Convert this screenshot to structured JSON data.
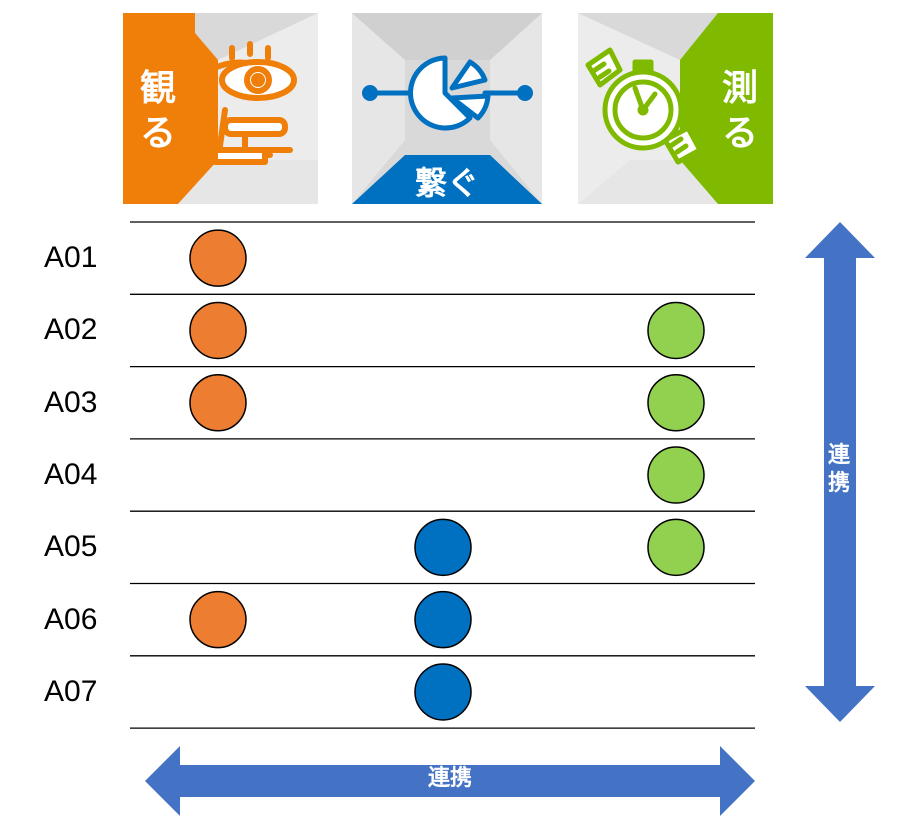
{
  "categories": {
    "miru": {
      "label_top": "観",
      "label_bottom": "る",
      "color": "#F07F09"
    },
    "tsunagu": {
      "label": "繋ぐ",
      "color": "#0070C0"
    },
    "hakaru": {
      "label_top": "測",
      "label_bottom": "る",
      "color": "#7FBA00"
    }
  },
  "panel_bg": "#D9D9D9",
  "dot_colors": {
    "miru": "#ED7D31",
    "tsunagu": "#0070C0",
    "hakaru": "#92D050"
  },
  "arrow_color": "#4472C4",
  "rows": [
    {
      "label": "A01",
      "miru": true,
      "tsunagu": false,
      "hakaru": false
    },
    {
      "label": "A02",
      "miru": true,
      "tsunagu": false,
      "hakaru": true
    },
    {
      "label": "A03",
      "miru": true,
      "tsunagu": false,
      "hakaru": true
    },
    {
      "label": "A04",
      "miru": false,
      "tsunagu": false,
      "hakaru": true
    },
    {
      "label": "A05",
      "miru": false,
      "tsunagu": true,
      "hakaru": true
    },
    {
      "label": "A06",
      "miru": true,
      "tsunagu": true,
      "hakaru": false
    },
    {
      "label": "A07",
      "miru": false,
      "tsunagu": true,
      "hakaru": false
    }
  ],
  "vertical_arrow_label": "連携",
  "horizontal_arrow_label": "連携",
  "icons": [
    "microscope-eye-icon",
    "network-pie-icon",
    "stopwatch-icon"
  ]
}
